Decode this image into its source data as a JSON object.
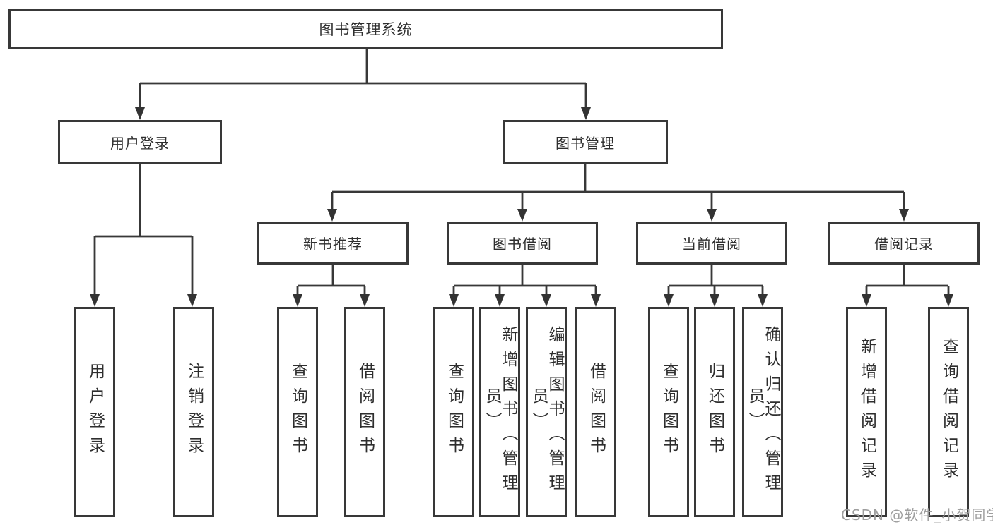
{
  "colors": {
    "background": "#ffffff",
    "box_border": "#383838",
    "connector_line": "#383838",
    "text": "#2e2e2e",
    "watermark": "#9e9e9e"
  },
  "watermark": {
    "text": "CSDN @软件_小贺同学"
  },
  "tree": {
    "root": {
      "label": "图书管理系统",
      "children": [
        {
          "label": "用户登录",
          "children": [
            {
              "label": "用户登录"
            },
            {
              "label": "注销登录"
            }
          ]
        },
        {
          "label": "图书管理",
          "children": [
            {
              "label": "新书推荐",
              "children": [
                {
                  "label": "查询图书"
                },
                {
                  "label": "借阅图书"
                }
              ]
            },
            {
              "label": "图书借阅",
              "children": [
                {
                  "label": "查询图书"
                },
                {
                  "label": "新增图书（管理员）"
                },
                {
                  "label": "编辑图书（管理员）"
                },
                {
                  "label": "借阅图书"
                }
              ]
            },
            {
              "label": "当前借阅",
              "children": [
                {
                  "label": "查询图书"
                },
                {
                  "label": "归还图书"
                },
                {
                  "label": "确认归还（管理员）"
                }
              ]
            },
            {
              "label": "借阅记录",
              "children": [
                {
                  "label": "新增借阅记录"
                },
                {
                  "label": "查询借阅记录"
                }
              ]
            }
          ]
        }
      ]
    }
  }
}
